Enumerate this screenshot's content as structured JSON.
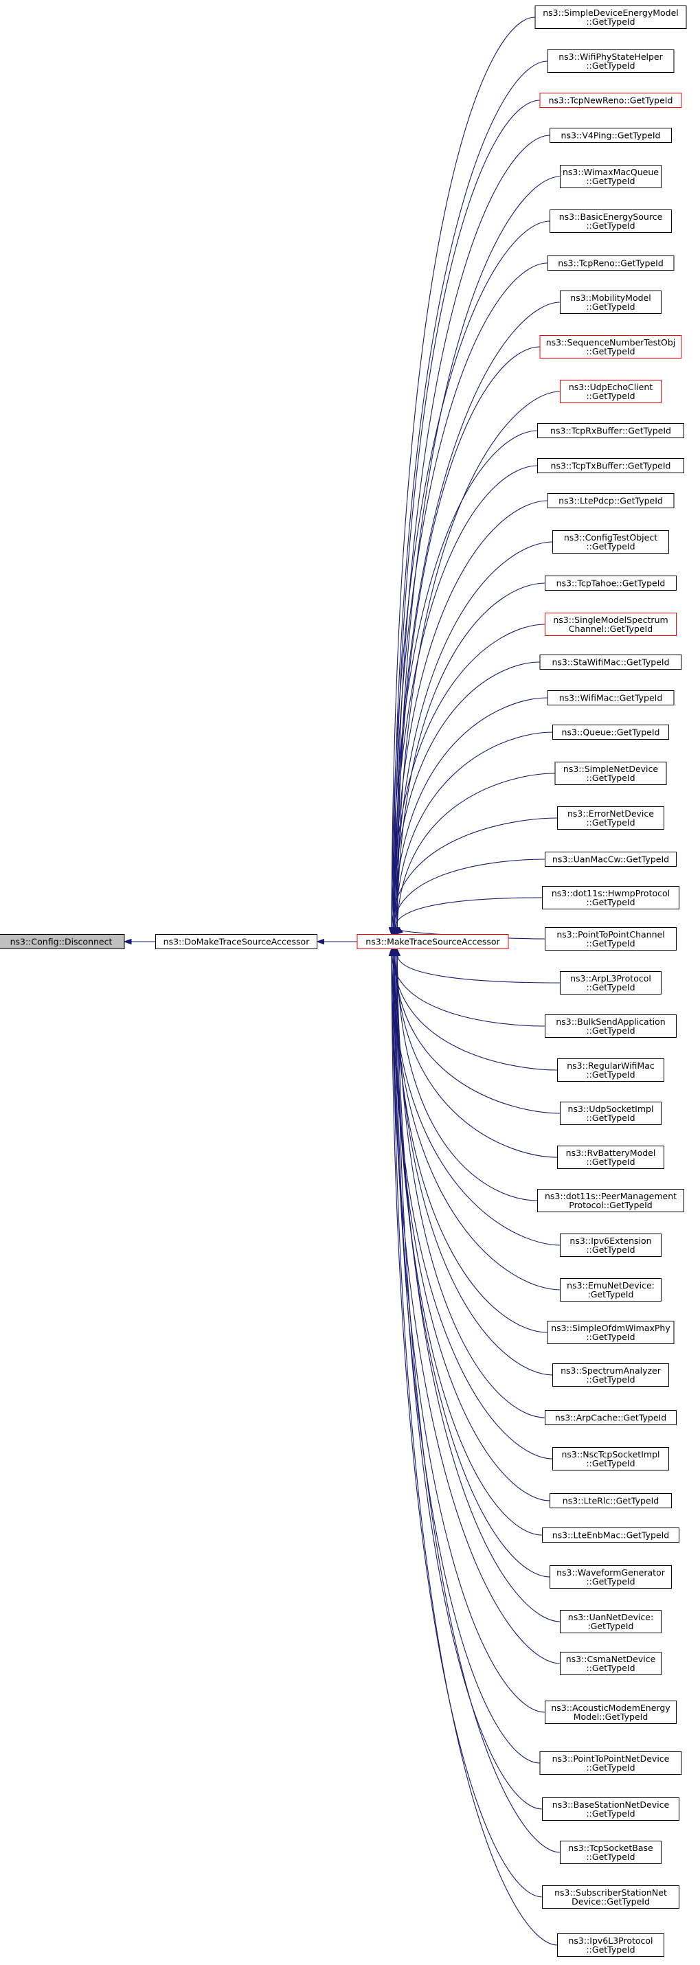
{
  "colors": {
    "edge": "#191970",
    "node_border": "#000000",
    "highlight_border": "#ff0000",
    "root_fill": "#bfbfbf",
    "node_fill": "#ffffff"
  },
  "diagram": {
    "root": {
      "label": "ns3::Config::Disconnect"
    },
    "middle": {
      "label": "ns3::DoMakeTraceSourceAccessor"
    },
    "hub": {
      "label": "ns3::MakeTraceSourceAccessor",
      "border": "red"
    },
    "callers": [
      {
        "lines": [
          "ns3::SimpleDeviceEnergyModel",
          "::GetTypeId"
        ],
        "border": "black"
      },
      {
        "lines": [
          "ns3::WifiPhyStateHelper",
          "::GetTypeId"
        ],
        "border": "black"
      },
      {
        "lines": [
          "ns3::TcpNewReno::GetTypeId"
        ],
        "border": "red"
      },
      {
        "lines": [
          "ns3::V4Ping::GetTypeId"
        ],
        "border": "black"
      },
      {
        "lines": [
          "ns3::WimaxMacQueue",
          "::GetTypeId"
        ],
        "border": "black"
      },
      {
        "lines": [
          "ns3::BasicEnergySource",
          "::GetTypeId"
        ],
        "border": "black"
      },
      {
        "lines": [
          "ns3::TcpReno::GetTypeId"
        ],
        "border": "black"
      },
      {
        "lines": [
          "ns3::MobilityModel",
          "::GetTypeId"
        ],
        "border": "black"
      },
      {
        "lines": [
          "ns3::SequenceNumberTestObj",
          "::GetTypeId"
        ],
        "border": "red"
      },
      {
        "lines": [
          "ns3::UdpEchoClient",
          "::GetTypeId"
        ],
        "border": "red"
      },
      {
        "lines": [
          "ns3::TcpRxBuffer::GetTypeId"
        ],
        "border": "black"
      },
      {
        "lines": [
          "ns3::TcpTxBuffer::GetTypeId"
        ],
        "border": "black"
      },
      {
        "lines": [
          "ns3::LtePdcp::GetTypeId"
        ],
        "border": "black"
      },
      {
        "lines": [
          "ns3::ConfigTestObject",
          "::GetTypeId"
        ],
        "border": "black"
      },
      {
        "lines": [
          "ns3::TcpTahoe::GetTypeId"
        ],
        "border": "black"
      },
      {
        "lines": [
          "ns3::SingleModelSpectrum",
          "Channel::GetTypeId"
        ],
        "border": "red"
      },
      {
        "lines": [
          "ns3::StaWifiMac::GetTypeId"
        ],
        "border": "black"
      },
      {
        "lines": [
          "ns3::WifiMac::GetTypeId"
        ],
        "border": "black"
      },
      {
        "lines": [
          "ns3::Queue::GetTypeId"
        ],
        "border": "black"
      },
      {
        "lines": [
          "ns3::SimpleNetDevice",
          "::GetTypeId"
        ],
        "border": "black"
      },
      {
        "lines": [
          "ns3::ErrorNetDevice",
          "::GetTypeId"
        ],
        "border": "black"
      },
      {
        "lines": [
          "ns3::UanMacCw::GetTypeId"
        ],
        "border": "black"
      },
      {
        "lines": [
          "ns3::dot11s::HwmpProtocol",
          "::GetTypeId"
        ],
        "border": "black"
      },
      {
        "lines": [
          "ns3::PointToPointChannel",
          "::GetTypeId"
        ],
        "border": "black"
      },
      {
        "lines": [
          "ns3::ArpL3Protocol",
          "::GetTypeId"
        ],
        "border": "black"
      },
      {
        "lines": [
          "ns3::BulkSendApplication",
          "::GetTypeId"
        ],
        "border": "black"
      },
      {
        "lines": [
          "ns3::RegularWifiMac",
          "::GetTypeId"
        ],
        "border": "black"
      },
      {
        "lines": [
          "ns3::UdpSocketImpl",
          "::GetTypeId"
        ],
        "border": "black"
      },
      {
        "lines": [
          "ns3::RvBatteryModel",
          "::GetTypeId"
        ],
        "border": "black"
      },
      {
        "lines": [
          "ns3::dot11s::PeerManagement",
          "Protocol::GetTypeId"
        ],
        "border": "black"
      },
      {
        "lines": [
          "ns3::Ipv6Extension",
          "::GetTypeId"
        ],
        "border": "black"
      },
      {
        "lines": [
          "ns3::EmuNetDevice:",
          ":GetTypeId"
        ],
        "border": "black"
      },
      {
        "lines": [
          "ns3::SimpleOfdmWimaxPhy",
          "::GetTypeId"
        ],
        "border": "black"
      },
      {
        "lines": [
          "ns3::SpectrumAnalyzer",
          "::GetTypeId"
        ],
        "border": "black"
      },
      {
        "lines": [
          "ns3::ArpCache::GetTypeId"
        ],
        "border": "black"
      },
      {
        "lines": [
          "ns3::NscTcpSocketImpl",
          "::GetTypeId"
        ],
        "border": "black"
      },
      {
        "lines": [
          "ns3::LteRlc::GetTypeId"
        ],
        "border": "black"
      },
      {
        "lines": [
          "ns3::LteEnbMac::GetTypeId"
        ],
        "border": "black"
      },
      {
        "lines": [
          "ns3::WaveformGenerator",
          "::GetTypeId"
        ],
        "border": "black"
      },
      {
        "lines": [
          "ns3::UanNetDevice:",
          ":GetTypeId"
        ],
        "border": "black"
      },
      {
        "lines": [
          "ns3::CsmaNetDevice",
          "::GetTypeId"
        ],
        "border": "black"
      },
      {
        "lines": [
          "ns3::AcousticModemEnergy",
          "Model::GetTypeId"
        ],
        "border": "black"
      },
      {
        "lines": [
          "ns3::PointToPointNetDevice",
          "::GetTypeId"
        ],
        "border": "black"
      },
      {
        "lines": [
          "ns3::BaseStationNetDevice",
          "::GetTypeId"
        ],
        "border": "black"
      },
      {
        "lines": [
          "ns3::TcpSocketBase",
          "::GetTypeId"
        ],
        "border": "black"
      },
      {
        "lines": [
          "ns3::SubscriberStationNet",
          "Device::GetTypeId"
        ],
        "border": "black"
      },
      {
        "lines": [
          "ns3::Ipv6L3Protocol",
          "::GetTypeId"
        ],
        "border": "black"
      }
    ]
  }
}
